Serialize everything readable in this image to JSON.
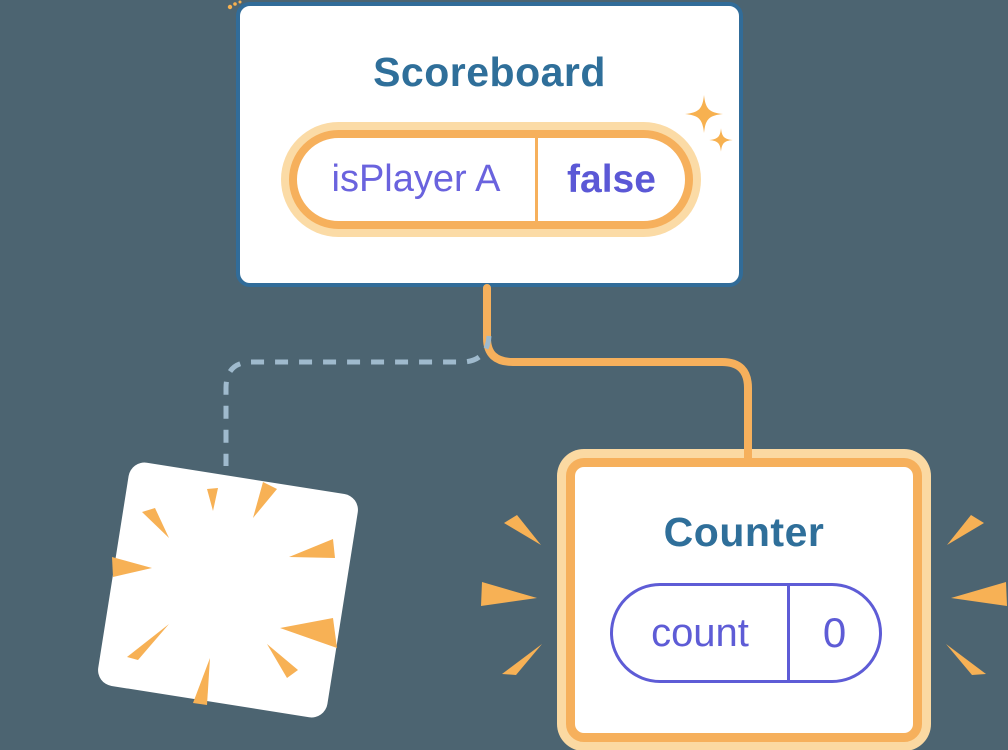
{
  "scoreboard": {
    "title": "Scoreboard",
    "state": {
      "name": "isPlayer A",
      "value": "false"
    }
  },
  "counter": {
    "title": "Counter",
    "state": {
      "name": "count",
      "value": "0"
    }
  },
  "icons": {
    "sparkles": "sparkle-icon",
    "poof": "poof-icon",
    "emphasis_rays": "emphasis-ray-icon"
  },
  "colors": {
    "background": "#4C6471",
    "card_fill": "#FFFFFF",
    "card_border_blue": "#316C99",
    "title_text_blue": "#2F6F9A",
    "highlight_orange": "#F6B05C",
    "highlight_glow": "#FBDBA6",
    "state_purple": "#6A63DE",
    "value_purple": "#5B58D6",
    "count_purple": "#5E5CD6",
    "dashed_line_blue": "#9FBACD"
  }
}
